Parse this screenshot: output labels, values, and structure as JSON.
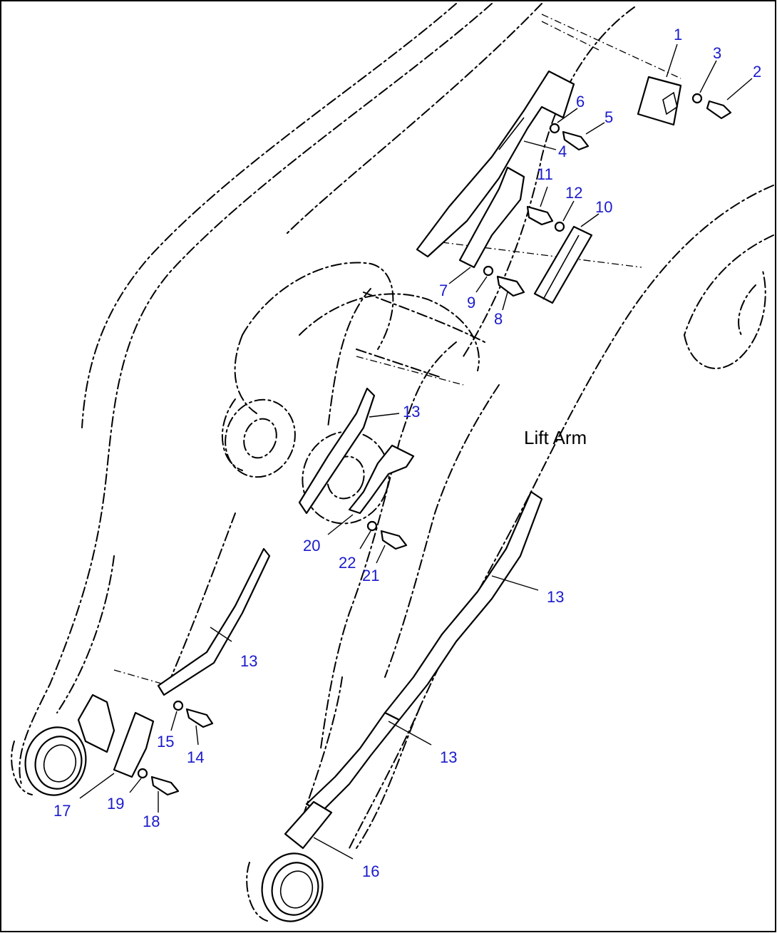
{
  "diagram": {
    "title": "Lift Arm",
    "callouts": [
      {
        "id": "c1",
        "text": "1"
      },
      {
        "id": "c2",
        "text": "2"
      },
      {
        "id": "c3",
        "text": "3"
      },
      {
        "id": "c4",
        "text": "4"
      },
      {
        "id": "c5",
        "text": "5"
      },
      {
        "id": "c6",
        "text": "6"
      },
      {
        "id": "c7",
        "text": "7"
      },
      {
        "id": "c8",
        "text": "8"
      },
      {
        "id": "c9",
        "text": "9"
      },
      {
        "id": "c10",
        "text": "10"
      },
      {
        "id": "c11",
        "text": "11"
      },
      {
        "id": "c12",
        "text": "12"
      },
      {
        "id": "c13a",
        "text": "13"
      },
      {
        "id": "c13b",
        "text": "13"
      },
      {
        "id": "c13c",
        "text": "13"
      },
      {
        "id": "c13d",
        "text": "13"
      },
      {
        "id": "c14",
        "text": "14"
      },
      {
        "id": "c15",
        "text": "15"
      },
      {
        "id": "c16",
        "text": "16"
      },
      {
        "id": "c17",
        "text": "17"
      },
      {
        "id": "c18",
        "text": "18"
      },
      {
        "id": "c19",
        "text": "19"
      },
      {
        "id": "c20",
        "text": "20"
      },
      {
        "id": "c21",
        "text": "21"
      },
      {
        "id": "c22",
        "text": "22"
      }
    ],
    "colors": {
      "callout": "#1a1acc",
      "line": "#000000",
      "background": "#ffffff"
    }
  }
}
